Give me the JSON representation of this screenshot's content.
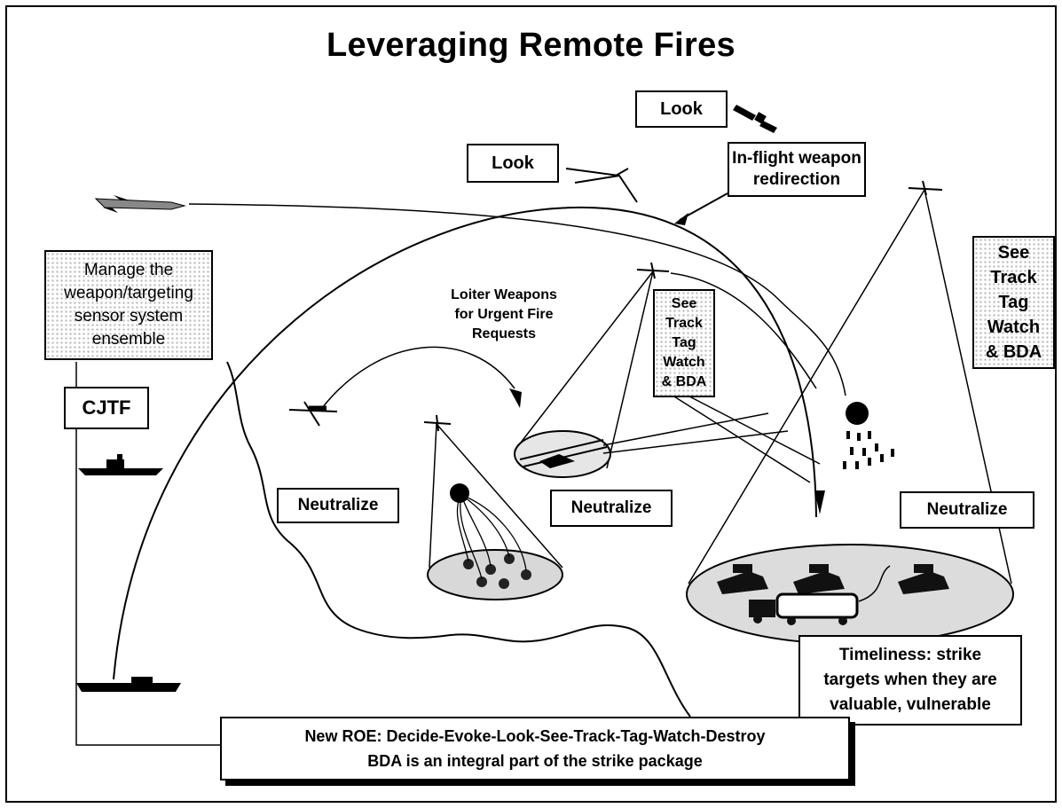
{
  "title": "Leveraging Remote Fires",
  "labels": {
    "look_top": "Look",
    "look_mid": "Look",
    "redirect_line1": "In-flight weapon",
    "redirect_line2": "redirection",
    "manage_line1": "Manage the",
    "manage_line2": "weapon/targeting",
    "manage_line3": "sensor system",
    "manage_line4": "ensemble",
    "cjtf": "CJTF",
    "loiter_line1": "Loiter Weapons",
    "loiter_line2": "for Urgent Fire",
    "loiter_line3": "Requests",
    "see_mid": [
      "See",
      "Track",
      "Tag",
      "Watch",
      "& BDA"
    ],
    "see_right": [
      "See",
      "Track",
      "Tag",
      "Watch",
      "& BDA"
    ],
    "neutralize_left": "Neutralize",
    "neutralize_mid": "Neutralize",
    "neutralize_right": "Neutralize",
    "timeliness_line1": "Timeliness:  strike",
    "timeliness_line2": "targets when they are",
    "timeliness_line3": "valuable, vulnerable",
    "roe_line1": "New ROE:  Decide-Evoke-Look-See-Track-Tag-Watch-Destroy",
    "roe_line2": "BDA is an integral part of the strike package"
  }
}
